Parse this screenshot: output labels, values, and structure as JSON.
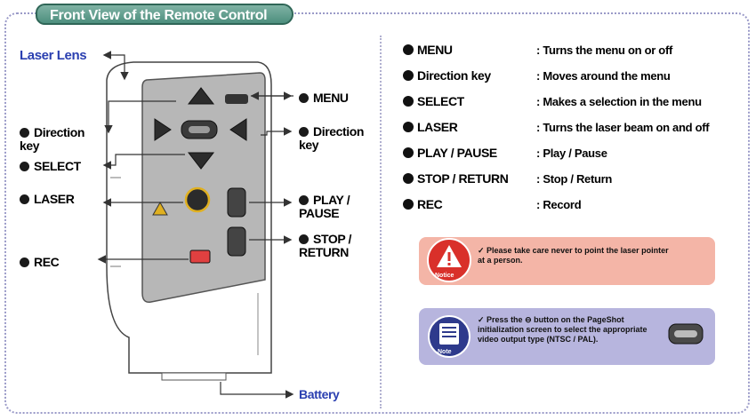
{
  "title": "Front View of the Remote Control",
  "diagram": {
    "laser_lens": "Laser Lens",
    "direction_key_left": "Direction key",
    "select": "SELECT",
    "laser": "LASER",
    "rec": "REC",
    "menu": "MENU",
    "direction_key_right": "Direction key",
    "play_pause": "PLAY / PAUSE",
    "stop_return": "STOP / RETURN",
    "battery": "Battery"
  },
  "legend": [
    {
      "key": "MENU",
      "desc": ": Turns the menu on or off"
    },
    {
      "key": "Direction key",
      "desc": ": Moves around the menu"
    },
    {
      "key": "SELECT",
      "desc": ": Makes a selection in the menu"
    },
    {
      "key": "LASER",
      "desc": ": Turns the laser beam on and off"
    },
    {
      "key": "PLAY / PAUSE",
      "desc": ": Play / Pause"
    },
    {
      "key": "STOP / RETURN",
      "desc": ": Stop / Return"
    },
    {
      "key": "REC",
      "desc": ": Record"
    }
  ],
  "notice": {
    "badge": "Notice",
    "text": "✓ Please take care never to point the laser pointer at a person."
  },
  "note": {
    "badge": "Note",
    "text": "✓ Press the ⊖ button on the PageShot initialization screen to select the appropriate video output type (NTSC / PAL)."
  },
  "colors": {
    "title_bg": "#5f9f8e",
    "notice_bg": "#f4b5a7",
    "note_bg": "#b7b5de",
    "label_blue": "#2a3fb0",
    "highlight": "#e0b020"
  }
}
